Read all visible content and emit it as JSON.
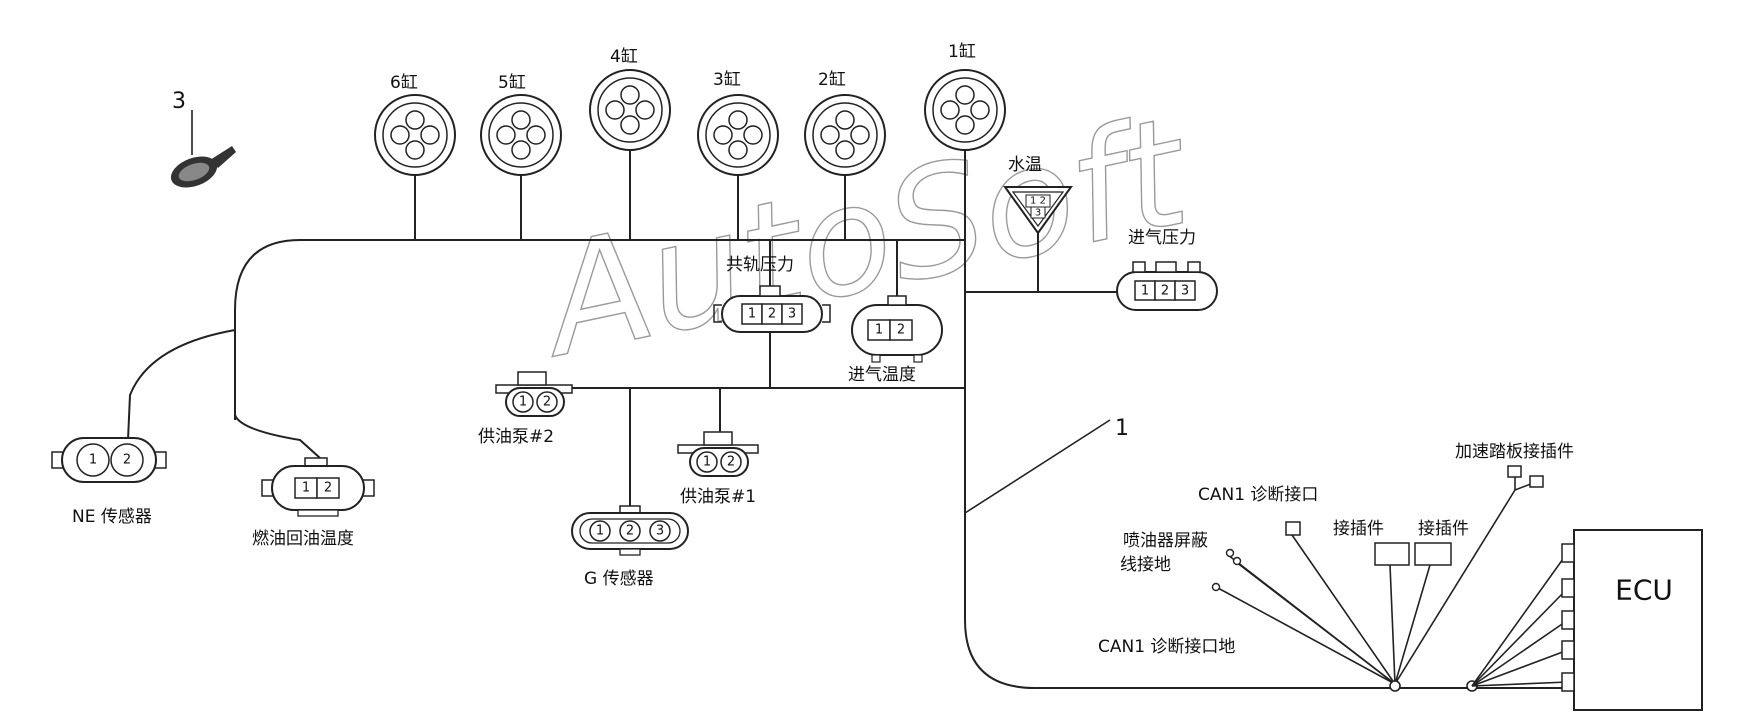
{
  "labels": {
    "cyl6": "6缸",
    "cyl5": "5缸",
    "cyl4": "4缸",
    "cyl3": "3缸",
    "cyl2": "2缸",
    "cyl1": "1缸",
    "water_temp": "水温",
    "intake_pressure": "进气压力",
    "rail_pressure": "共轨压力",
    "intake_temp": "进气温度",
    "pump2": "供油泵#2",
    "pump1": "供油泵#1",
    "ne_sensor": "NE  传感器",
    "fuel_return_temp": "燃油回油温度",
    "g_sensor": "G  传感器",
    "accel_pedal": "加速踏板接插件",
    "can1_diag": "CAN1  诊断接口",
    "injector_shield_1": "喷油器屏蔽",
    "injector_shield_2": "线接地",
    "connector_a": "接插件",
    "connector_b": "接插件",
    "can1_ground": "CAN1  诊断接口地",
    "ecu": "ECU",
    "callout_1": "1",
    "callout_3": "3"
  },
  "pins": {
    "p1": "1",
    "p2": "2",
    "p3": "3",
    "water_top": "1 2",
    "water_bottom": "3"
  },
  "watermark": "AutoSoft"
}
